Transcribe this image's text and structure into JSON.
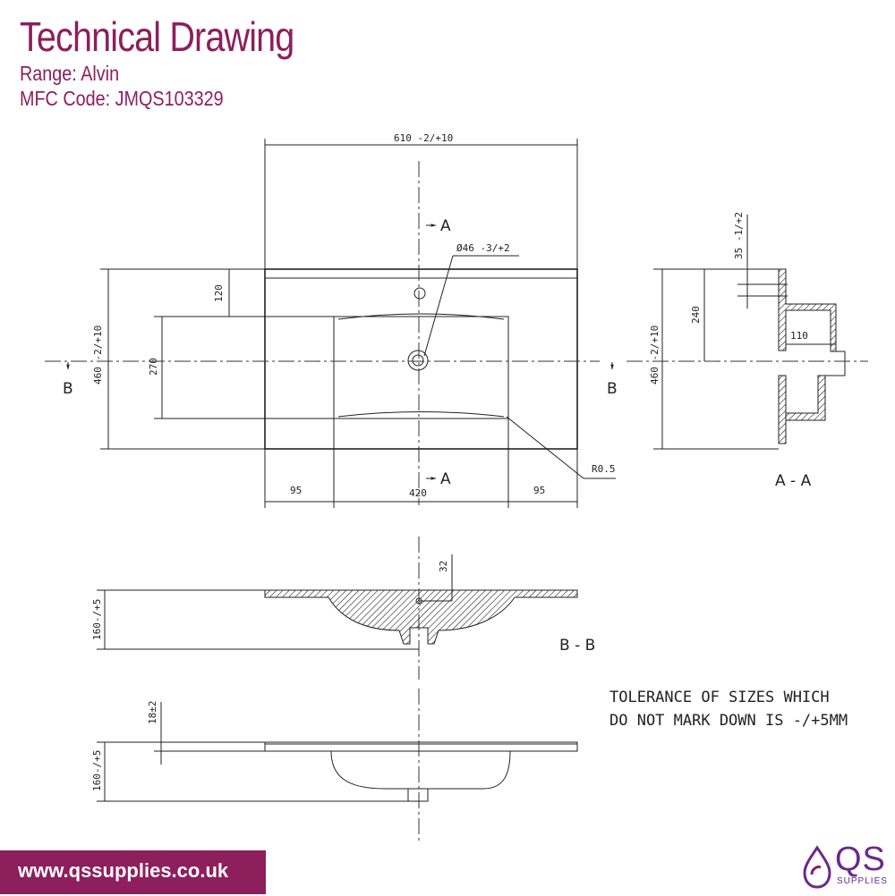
{
  "header": {
    "title": "Technical Drawing",
    "range_label": "Range:",
    "range_value": "Alvin",
    "mfc_label": "MFC Code:",
    "mfc_value": "JMQS103329"
  },
  "dimensions": {
    "top_width": "610 -2/+10",
    "tap_hole": "Ø46 -3/+2",
    "front_offset": "120",
    "bowl_depth": "270",
    "depth": "460 -2/+10",
    "left_margin": "95",
    "bowl_width": "420",
    "right_margin": "95",
    "radius": "R0.5",
    "side_depth": "460 -2/+10",
    "side_rim": "35 -1/+2",
    "side_240": "240",
    "side_110": "110",
    "bb_32": "32",
    "bb_height": "160-/+5",
    "elev_thickness": "18±2",
    "elev_height": "160-/+5"
  },
  "section_labels": {
    "a_top": "A",
    "a_bottom": "A",
    "b_left": "B",
    "b_right": "B",
    "aa": "A - A",
    "bb": "B - B"
  },
  "tolerance_note": {
    "line1": "TOLERANCE OF SIZES WHICH",
    "line2": "DO NOT MARK DOWN IS -/+5MM"
  },
  "footer": {
    "url": "www.qssupplies.co.uk",
    "logo_text": "QS",
    "logo_sub": "SUPPLIES"
  },
  "colors": {
    "brand": "#8c1f5c",
    "logo": "#6b2a8a",
    "line": "#222222"
  }
}
